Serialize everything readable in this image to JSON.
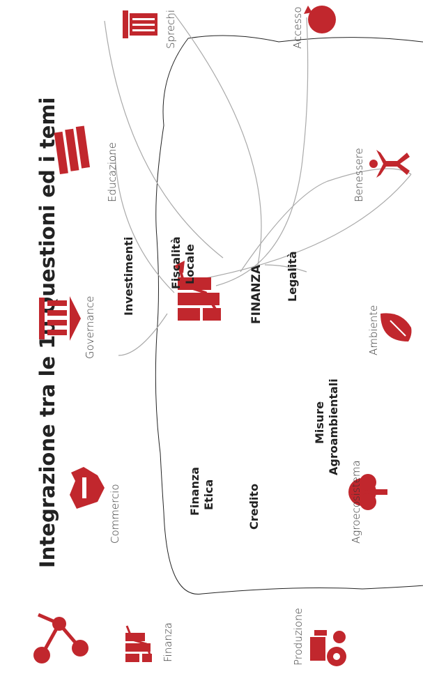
{
  "title": "Integrazione tra le 10 Questioni ed i temi",
  "center": {
    "label": "FINANZA",
    "icon": "finance-chart-icon"
  },
  "colors": {
    "accent": "#c1272d",
    "text": "#222222",
    "spoke": "#a9a9a9"
  },
  "themes": [
    {
      "id": "sprechi",
      "label": "Sprechi",
      "icon": "trash-bin-icon"
    },
    {
      "id": "accesso",
      "label": "Accesso",
      "icon": "apple-icon"
    },
    {
      "id": "educazione",
      "label": "Educazione",
      "icon": "books-icon"
    },
    {
      "id": "benessere",
      "label": "Benessere",
      "icon": "person-icon"
    },
    {
      "id": "governance",
      "label": "Governance",
      "icon": "institution-icon"
    },
    {
      "id": "ambiente",
      "label": "Ambiente",
      "icon": "leaves-icon"
    },
    {
      "id": "commercio",
      "label": "Commercio",
      "icon": "handshake-icon"
    },
    {
      "id": "agroecosistema",
      "label": "Agroecosistema",
      "icon": "tree-icon"
    },
    {
      "id": "finanza",
      "label": "Finanza",
      "icon": "finance-chart-icon"
    },
    {
      "id": "produzione",
      "label": "Produzione",
      "icon": "tractor-icon"
    }
  ],
  "keywords": {
    "investimenti": "Investimenti",
    "fiscalita_1": "Fiscalità",
    "fiscalita_2": "Locale",
    "legalita": "Legalità",
    "misure_1": "Misure",
    "misure_2": "Agroambientali",
    "finanza_etica_1": "Finanza",
    "finanza_etica_2": "Etica",
    "credito": "Credito"
  },
  "logo": {
    "icon": "network-nodes-icon"
  }
}
